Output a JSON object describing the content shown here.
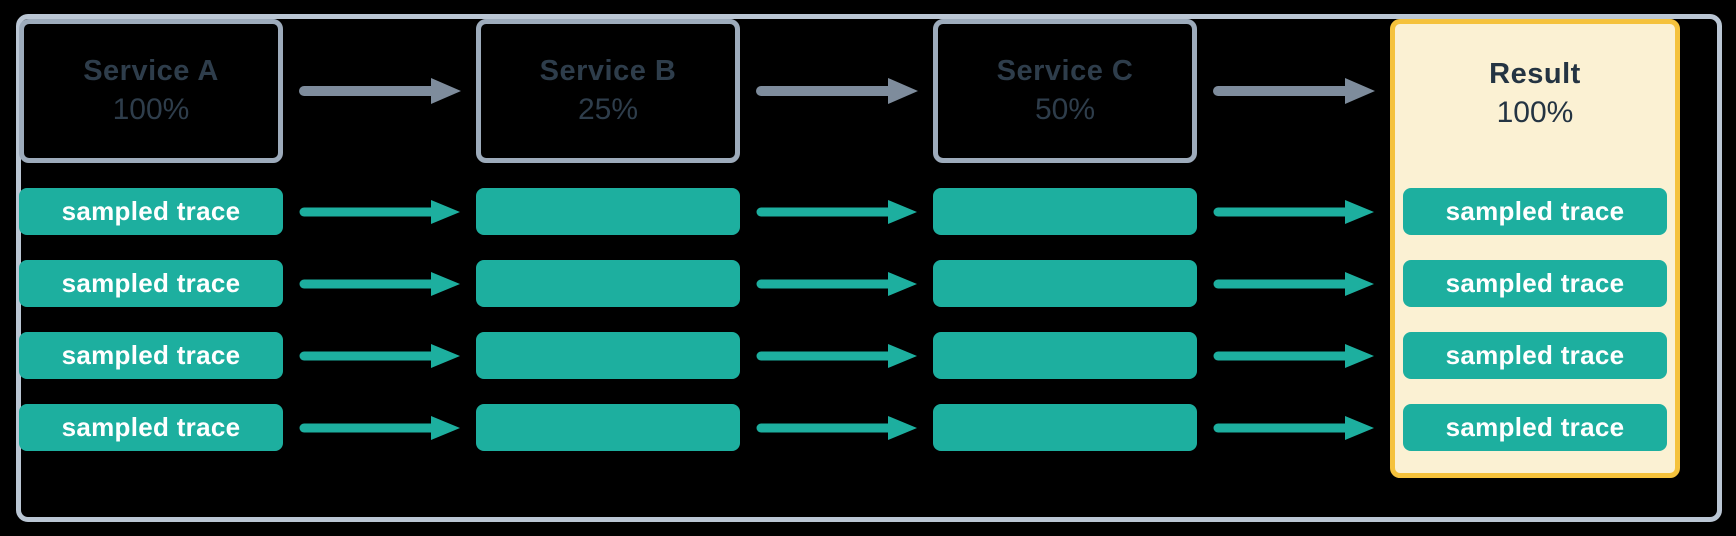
{
  "colors": {
    "canvas-bg": "#000000",
    "frame-border": "#bac6d4",
    "service-border": "#9dabbb",
    "service-ink": "#2e3d4b",
    "teal": "#1daf9f",
    "arrow-gray": "#7e8c9c",
    "result-bg": "#fbf1d3",
    "result-border": "#f5c23c",
    "result-ink": "#243442",
    "trace-text": "#ffffff"
  },
  "columns": [
    {
      "title": "Service A",
      "rate": "100%",
      "traces": [
        "sampled trace",
        "sampled trace",
        "sampled trace",
        "sampled trace"
      ]
    },
    {
      "title": "Service B",
      "rate": "25%",
      "traces": [
        "",
        "",
        "",
        ""
      ]
    },
    {
      "title": "Service C",
      "rate": "50%",
      "traces": [
        "",
        "",
        "",
        ""
      ]
    },
    {
      "title": "Result",
      "rate": "100%",
      "traces": [
        "sampled trace",
        "sampled trace",
        "sampled trace",
        "sampled trace"
      ]
    }
  ]
}
